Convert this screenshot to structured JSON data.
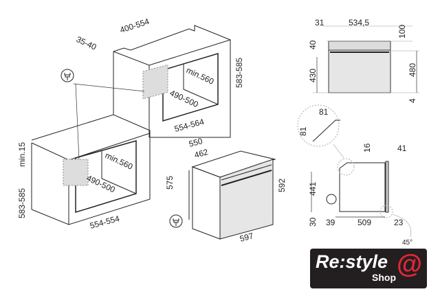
{
  "cabinet_upper": {
    "depth": "400-554",
    "top_gap": "35-40",
    "inner_depth": "min.560",
    "opening_depth": "490-500",
    "height": "583-585",
    "width": "554-564"
  },
  "cabinet_lower": {
    "min_top": "min.15",
    "height": "583-585",
    "inner_depth": "min.560",
    "opening_depth": "490-500",
    "width": "554-554"
  },
  "oven_iso": {
    "depth_total": "550",
    "depth_body": "462",
    "height_body": "575",
    "height_front": "592",
    "width": "597"
  },
  "front_view": {
    "left_offset": "31",
    "inner_width": "534,5",
    "top": "100",
    "panel": "40",
    "body": "430",
    "right_height": "480",
    "bottom": "4"
  },
  "detail": {
    "chamfer_w": "81",
    "chamfer_h": "81"
  },
  "side_view": {
    "top_gap": "16",
    "door": "41",
    "height": "441",
    "base": "30",
    "rear": "39",
    "depth": "509",
    "front": "23",
    "angle": "45°"
  },
  "logo": {
    "brand": "Re:style",
    "sub": "Shop",
    "mark": "@",
    "accent": "#e32636"
  }
}
